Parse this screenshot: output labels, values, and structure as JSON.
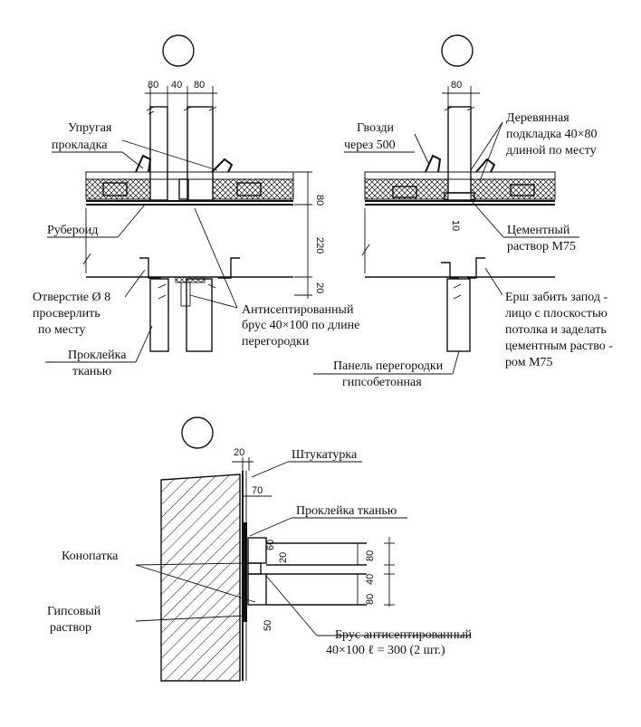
{
  "detail_circles": [
    "",
    "",
    ""
  ],
  "labels": {
    "elastic_gasket": [
      "Упругая",
      "прокладка"
    ],
    "ruberoid": "Рубероид",
    "hole": [
      "Отверстие Ø 8",
      "просверлить",
      "по месту"
    ],
    "fabric_glue": [
      "Проклейка",
      "тканью"
    ],
    "antiseptic_beam": [
      "Антисептированный",
      "брус 40×100 по длине",
      "перегородки"
    ],
    "nails": [
      "Гвозди",
      "через 500"
    ],
    "wood_pad": [
      "Деревянная",
      "подкладка 40×80",
      "длиной по месту"
    ],
    "cement_mortar": [
      "Цементный",
      "раствор М75"
    ],
    "ruff": [
      "Ерш забить запод -",
      "лицо с плоскостью",
      "потолка и заделать",
      "цементным раство -",
      "ром М75"
    ],
    "panel": [
      "Панель перегородки",
      "гипсобетонная"
    ],
    "plaster": "Штукатурка",
    "fabric_glue_2": "Проклейка тканью",
    "caulk": "Конопатка",
    "gypsum_mortar": [
      "Гипсовый",
      "раствор"
    ],
    "beam_2": [
      "Брус антисептированный",
      "40×100 ℓ = 300 (2 шт.)"
    ]
  },
  "dimensions": {
    "top_left": [
      "80",
      "40",
      "80"
    ],
    "top_right": [
      "80"
    ],
    "slab_side": [
      "80",
      "220",
      "20"
    ],
    "cement_gap": "10",
    "bottom": [
      "20",
      "70",
      "60",
      "20",
      "50",
      "80",
      "40",
      "80"
    ]
  }
}
